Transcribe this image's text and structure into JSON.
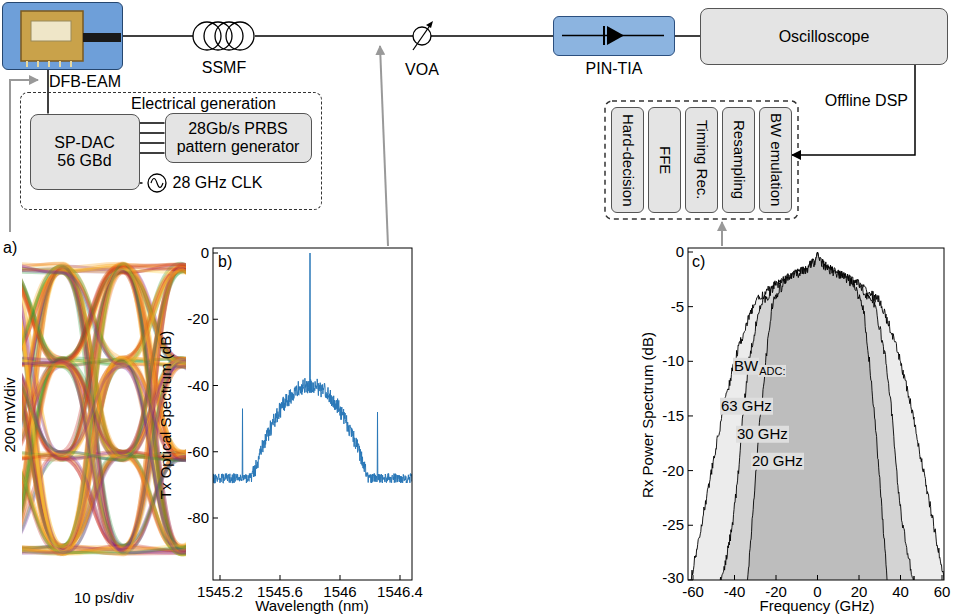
{
  "diagram": {
    "nodes": [
      {
        "text": [
          "DFB-EAM"
        ]
      },
      {
        "text": [
          "SSMF"
        ]
      },
      {
        "text": [
          "VOA"
        ]
      },
      {
        "text": [
          "PIN-TIA"
        ]
      },
      {
        "text": [
          "Oscilloscope"
        ]
      },
      {
        "text": [
          "Electrical generation"
        ]
      },
      {
        "text": [
          "SP-DAC 56 GBd"
        ],
        "in": 5
      },
      {
        "text": [
          "28Gb/s PRBS pattern generator"
        ],
        "in": 5
      },
      {
        "text": [
          "28 GHz CLK"
        ],
        "in": 5
      },
      {
        "text": [
          "Hard-decision"
        ]
      },
      {
        "text": [
          "FFE"
        ]
      },
      {
        "text": [
          "Timing Rec."
        ]
      },
      {
        "text": [
          "Resampling"
        ]
      },
      {
        "text": [
          "BW emulation"
        ]
      }
    ],
    "edges": [
      {
        "from": 0,
        "to": 1,
        "arrow": "none"
      },
      {
        "from": 1,
        "to": 2,
        "arrow": "none"
      },
      {
        "from": 2,
        "to": 3,
        "arrow": "none"
      },
      {
        "from": 3,
        "to": 4,
        "arrow": "none"
      },
      {
        "from": 4,
        "to": 13,
        "label": "Offline DSP",
        "arrow": "to"
      },
      {
        "from": 6,
        "to": 0,
        "arrow": "none"
      },
      {
        "from": 7,
        "to": 6,
        "arrow": "none"
      },
      {
        "from": 8,
        "to": 6,
        "arrow": "none"
      }
    ],
    "labels": [
      "a)",
      "200 mV/div",
      "10 ps/div",
      "b)",
      "Tx Optical Spectrum (dB)",
      "0",
      "-20",
      "-40",
      "-60",
      "-80",
      "1545.2",
      "1545.6",
      "1546",
      "1546.4",
      "Wavelength (nm)",
      "c)",
      "Rx Power Spectrum (dB)",
      "0",
      "-5",
      "-10",
      "-15",
      "-20",
      "-25",
      "-30",
      "-60",
      "-40",
      "-20",
      "0",
      "20",
      "40",
      "60",
      "Frequency (GHz)",
      "BW",
      "ADC:",
      "63 GHz",
      "30 GHz",
      "20 GHz"
    ]
  }
}
